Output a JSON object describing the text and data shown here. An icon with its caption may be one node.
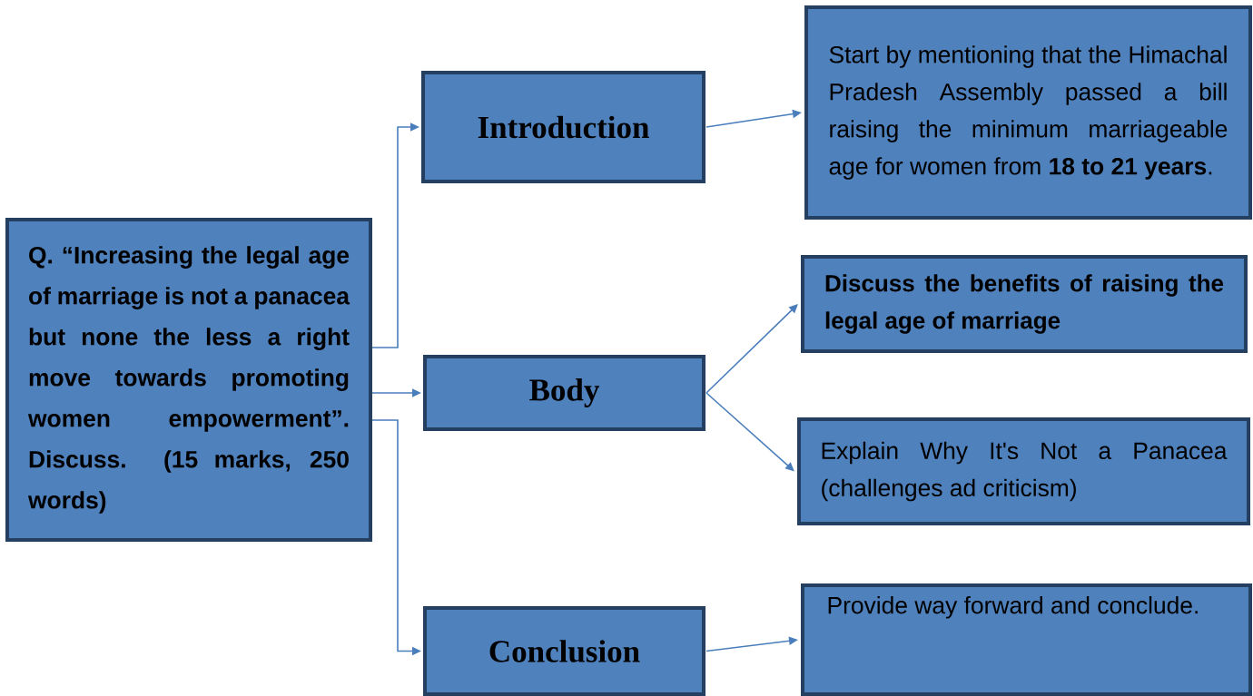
{
  "diagram": {
    "nodes": [
      {
        "text": [
          "Q. “Increasing the legal age of marriage is not a panacea but none the less a right move towards promoting women empowerment”. Discuss. (15 marks, 250 words)"
        ]
      },
      {
        "text": [
          "Introduction"
        ]
      },
      {
        "text": [
          "Body"
        ]
      },
      {
        "text": [
          "Conclusion"
        ]
      },
      {
        "text": [
          "Start by mentioning that the Himachal Pradesh Assembly passed a bill raising the minimum marriageable age for women from **18 to 21 years**."
        ]
      },
      {
        "text": [
          "Discuss the benefits of raising the legal age of marriage"
        ]
      },
      {
        "text": [
          "Explain Why It's Not a Panacea (challenges ad criticism)"
        ]
      },
      {
        "text": [
          "Provide way forward and conclude."
        ]
      }
    ],
    "edges": [
      {
        "from": 0,
        "to": 1,
        "arrow": "to"
      },
      {
        "from": 0,
        "to": 2,
        "arrow": "to"
      },
      {
        "from": 0,
        "to": 3,
        "arrow": "to"
      },
      {
        "from": 1,
        "to": 4,
        "arrow": "to"
      },
      {
        "from": 2,
        "to": 5,
        "arrow": "to"
      },
      {
        "from": 2,
        "to": 6,
        "arrow": "to"
      },
      {
        "from": 3,
        "to": 7,
        "arrow": "to"
      }
    ]
  }
}
